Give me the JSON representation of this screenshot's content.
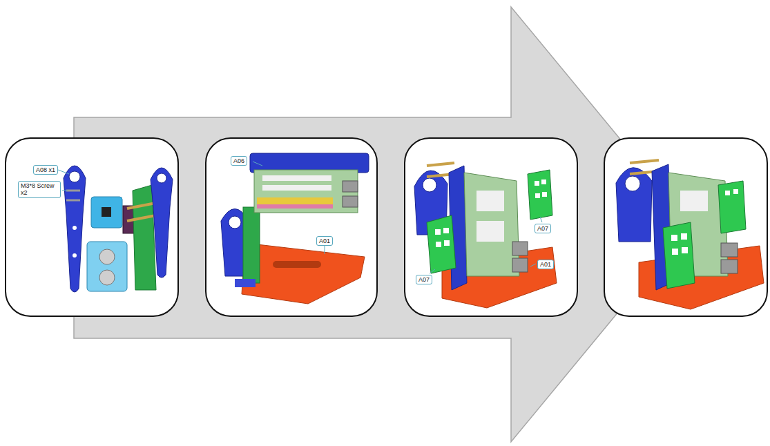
{
  "diagram": {
    "labels": [
      "A08 x1",
      "M3*8 Screw x2",
      "A06",
      "A01",
      "A07",
      "A01",
      "A07"
    ]
  }
}
